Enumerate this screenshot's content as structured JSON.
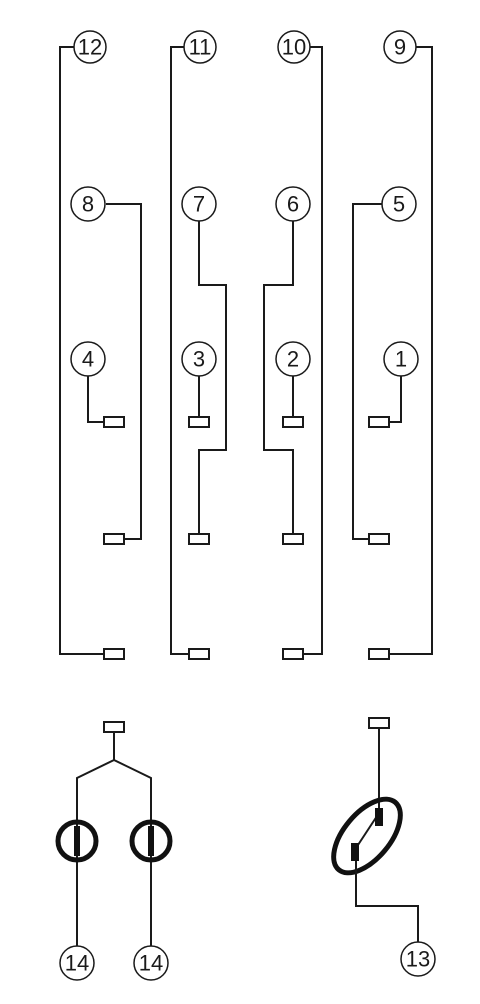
{
  "terminals": [
    {
      "id": "t12",
      "label": "12"
    },
    {
      "id": "t11",
      "label": "11"
    },
    {
      "id": "t10",
      "label": "10"
    },
    {
      "id": "t9",
      "label": "9"
    },
    {
      "id": "t8",
      "label": "8"
    },
    {
      "id": "t7",
      "label": "7"
    },
    {
      "id": "t6",
      "label": "6"
    },
    {
      "id": "t5",
      "label": "5"
    },
    {
      "id": "t4",
      "label": "4"
    },
    {
      "id": "t3",
      "label": "3"
    },
    {
      "id": "t2",
      "label": "2"
    },
    {
      "id": "t1",
      "label": "1"
    },
    {
      "id": "t14a",
      "label": "14"
    },
    {
      "id": "t14b",
      "label": "14"
    },
    {
      "id": "t13",
      "label": "13"
    }
  ]
}
